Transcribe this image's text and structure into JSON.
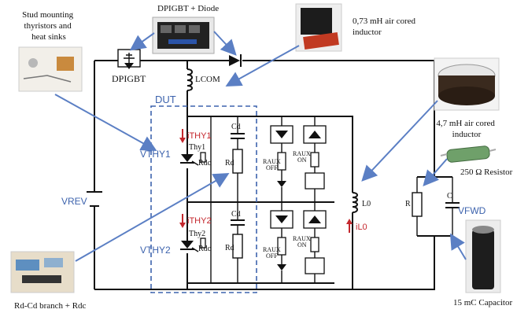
{
  "photos": {
    "stud": "Stud mounting\nthyristors and\nheat sinks",
    "dpigbt_diode": "DPIGBT + Diode",
    "air_core_small": "0,73 mH air cored\ninductor",
    "air_core_big": "4,7 mH air cored\ninductor",
    "resistor": "250 Ω Resistor",
    "capacitor": "15 mC Capacitor",
    "rd_cd": "Rd-Cd branch + Rdc"
  },
  "labels": {
    "dpigbt": "DPIGBT",
    "lcom": "LCOM",
    "dut": "DUT",
    "ithy1": "iTHY1",
    "ithy2": "iTHY2",
    "vthy1": "VTHY1",
    "vthy2": "VTHY2",
    "thy1": "Thy1",
    "thy2": "Thy2",
    "rdc1": "Rdc",
    "rdc2": "Rdc",
    "cd1": "Cd",
    "cd2": "Cd",
    "rd1": "Rd",
    "rd2": "Rd",
    "raux_off1": "RAUX\nOFF",
    "raux_on1": "RAUX\nON",
    "raux_off2": "RAUX\nOFF",
    "raux_on2": "RAUX\nON",
    "vrev": "VREV",
    "l0": "L0",
    "il0": "iL0",
    "r": "R",
    "c": "C",
    "vfwd": "VFWD"
  },
  "colors": {
    "accent_blue": "#3d63ad",
    "current_red": "#c4272d",
    "arrow_blue": "#5b7fc4"
  }
}
